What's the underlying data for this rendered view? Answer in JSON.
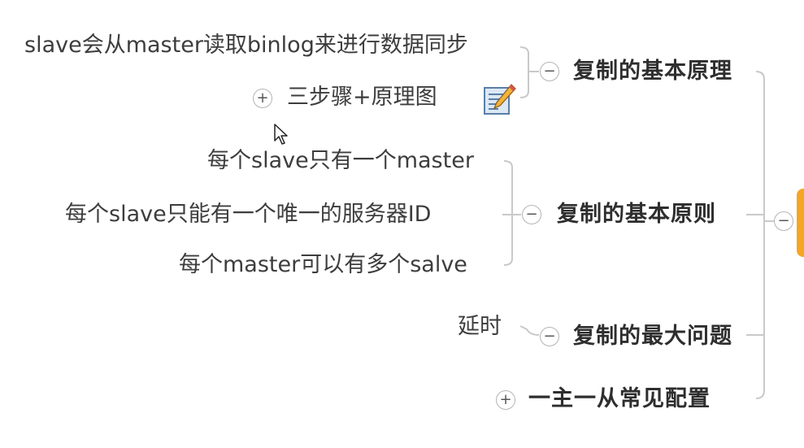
{
  "mindmap": {
    "branches": [
      {
        "label": "复制的基本原理",
        "toggle": "−",
        "children": [
          {
            "label": "slave会从master读取binlog来进行数据同步"
          },
          {
            "label": "三步骤+原理图",
            "toggle": "+",
            "icon": "note-pencil-icon"
          }
        ]
      },
      {
        "label": "复制的基本原则",
        "toggle": "−",
        "children": [
          {
            "label": "每个slave只有一个master"
          },
          {
            "label": "每个slave只能有一个唯一的服务器ID"
          },
          {
            "label": "每个master可以有多个salve"
          }
        ]
      },
      {
        "label": "复制的最大问题",
        "toggle": "−",
        "children": [
          {
            "label": "延时"
          }
        ]
      },
      {
        "label": "一主一从常见配置",
        "toggle": "+",
        "children": []
      }
    ],
    "root_toggle": "−"
  },
  "colors": {
    "line": "#c9c9c9",
    "root_accent": "#f5a623",
    "text": "#3d3d3d"
  }
}
